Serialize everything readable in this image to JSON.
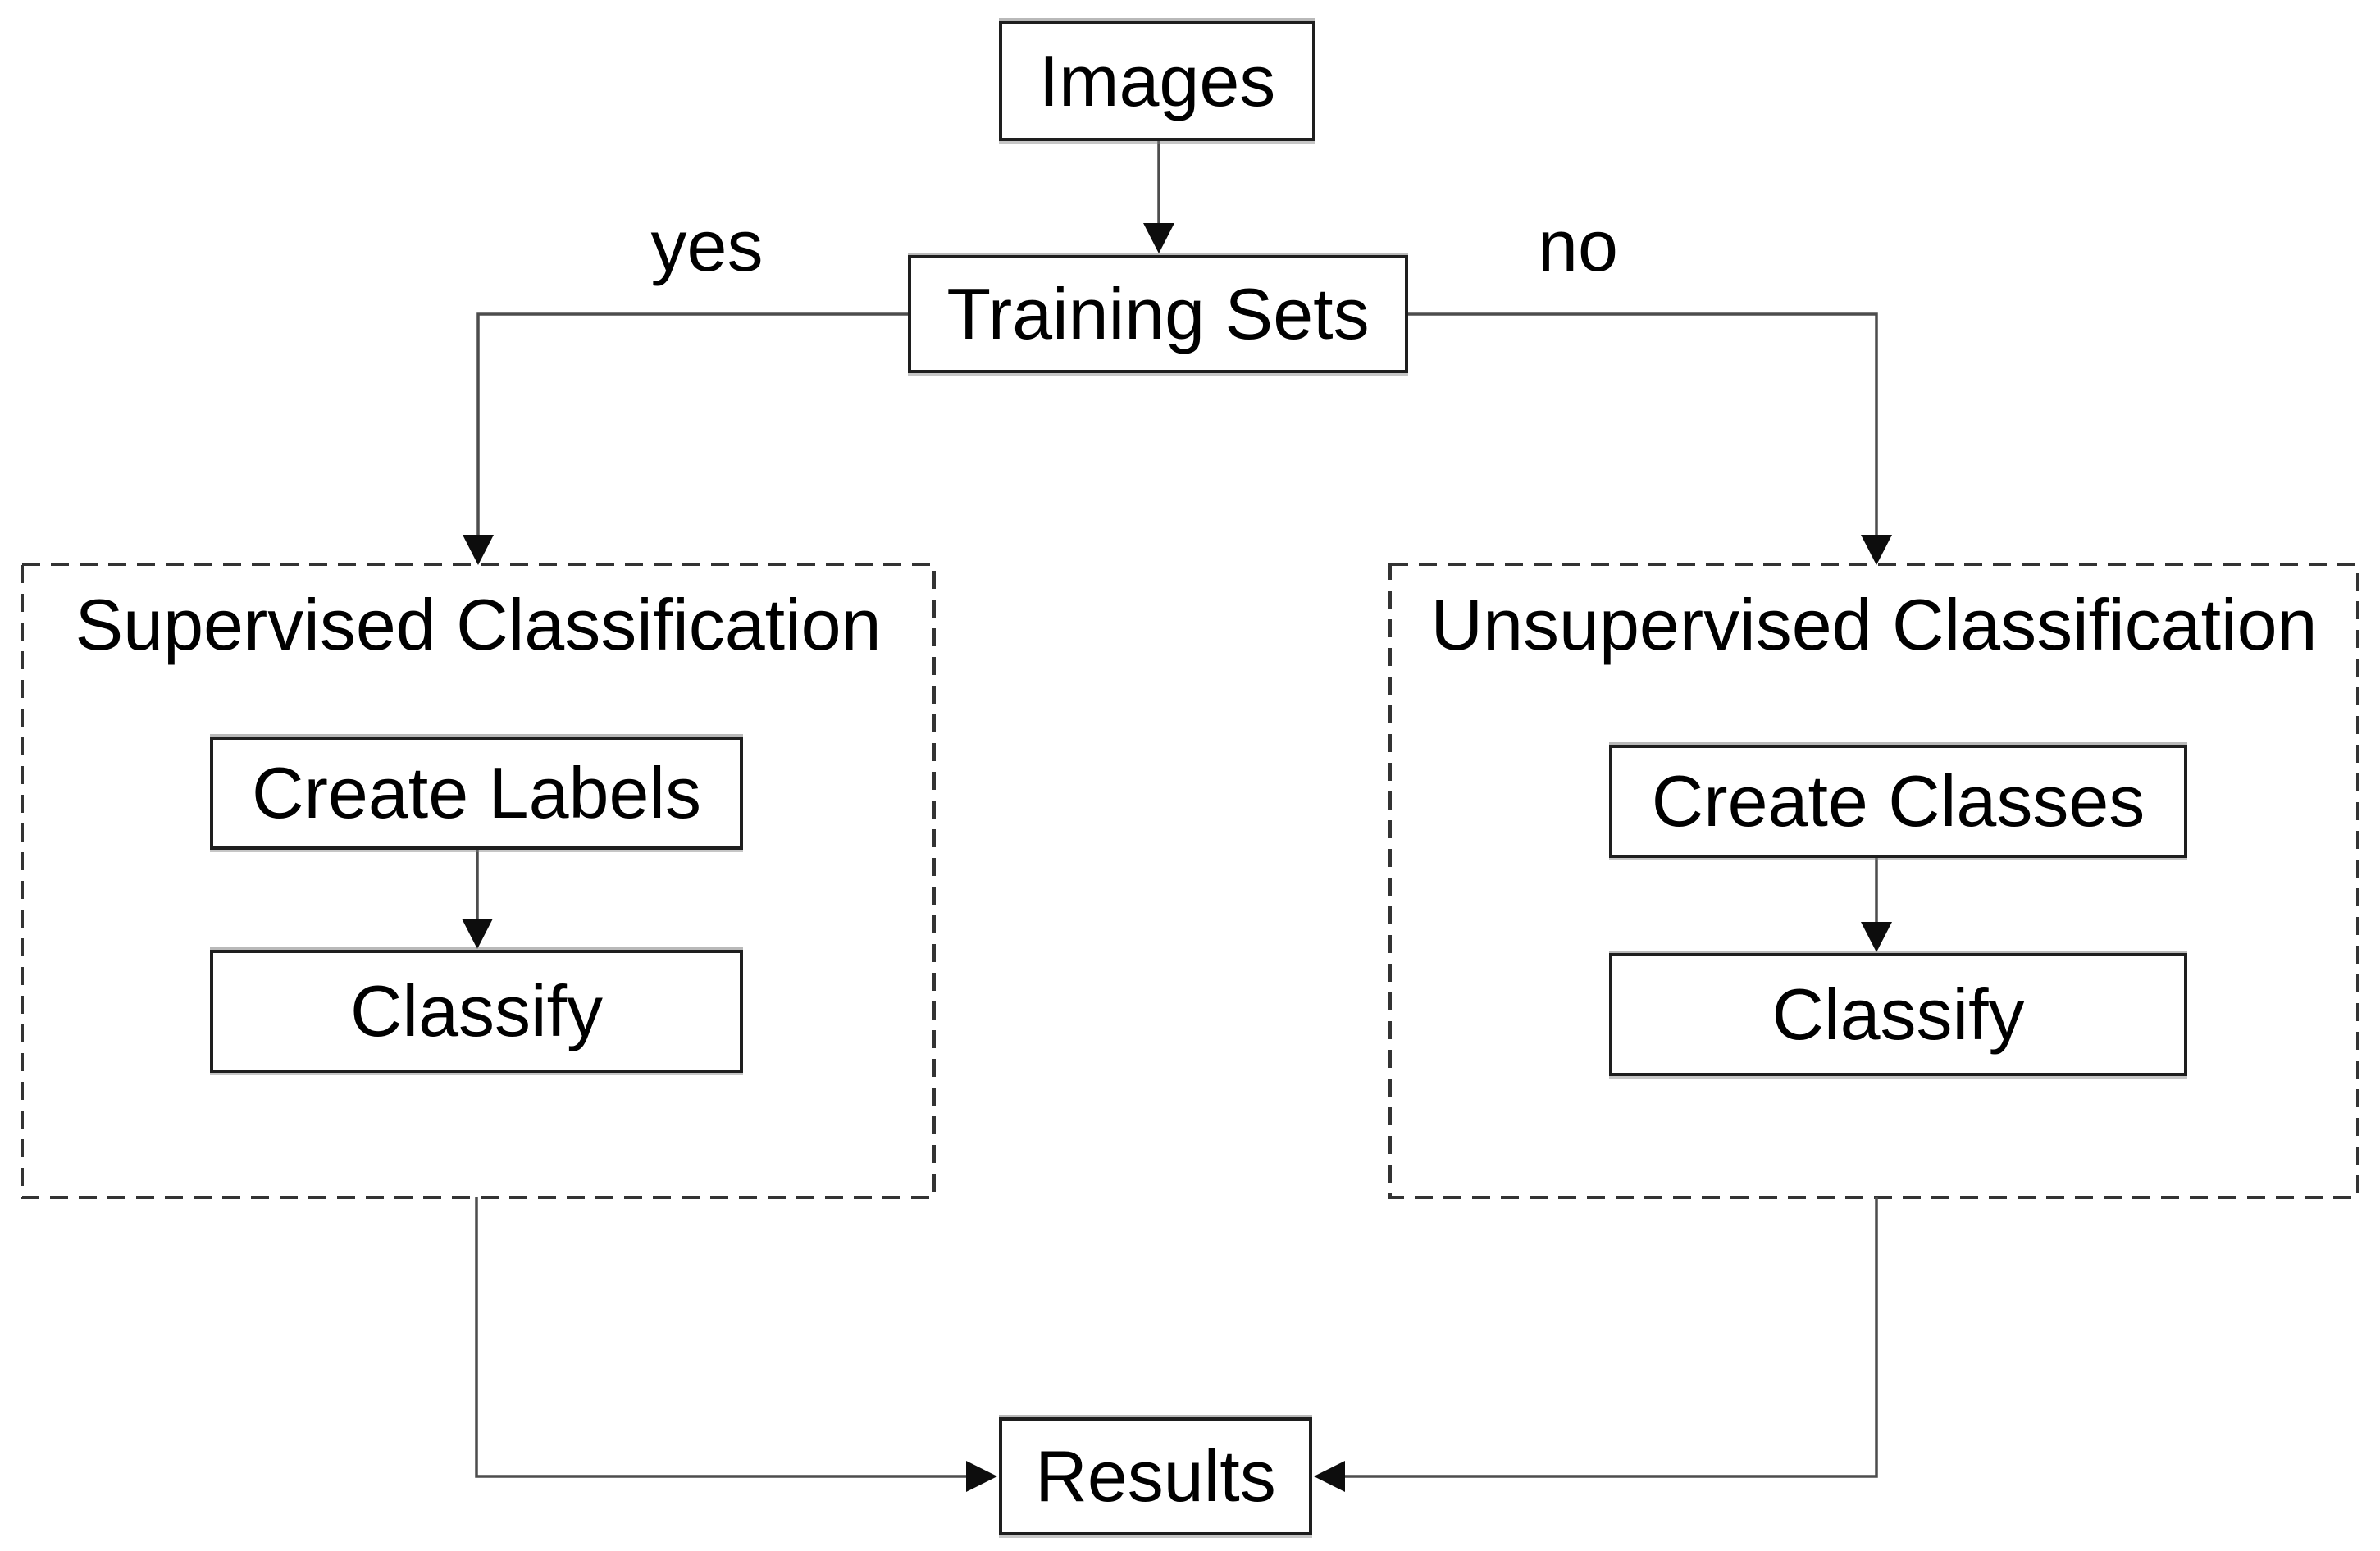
{
  "diagram": {
    "nodes": {
      "images": "Images",
      "training_sets": "Training Sets",
      "supervised_title": "Supervised Classification",
      "create_labels": "Create Labels",
      "classify_supervised": "Classify",
      "unsupervised_title": "Unsupervised Classification",
      "create_classes": "Create Classes",
      "classify_unsupervised": "Classify",
      "results": "Results"
    },
    "edge_labels": {
      "yes": "yes",
      "no": "no"
    },
    "colors": {
      "background": "#ffffff",
      "box_border": "#1e1e1e",
      "dashed_border": "#333333",
      "connector": "#4d4d4d",
      "arrowhead": "#0d0d0d",
      "text": "#000000"
    }
  }
}
